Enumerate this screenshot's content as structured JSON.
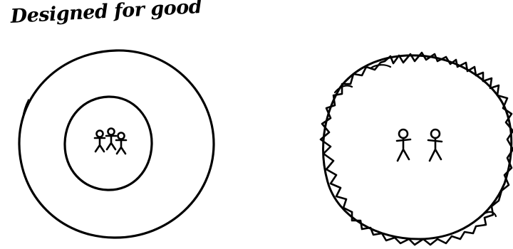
{
  "title": "Designed for good",
  "colors": {
    "ink": "#000000",
    "paper": "#ffffff"
  },
  "left_figure": {
    "people_count": 3,
    "rings": 2
  },
  "right_figure": {
    "people_count": 2,
    "edge": "jagged"
  }
}
